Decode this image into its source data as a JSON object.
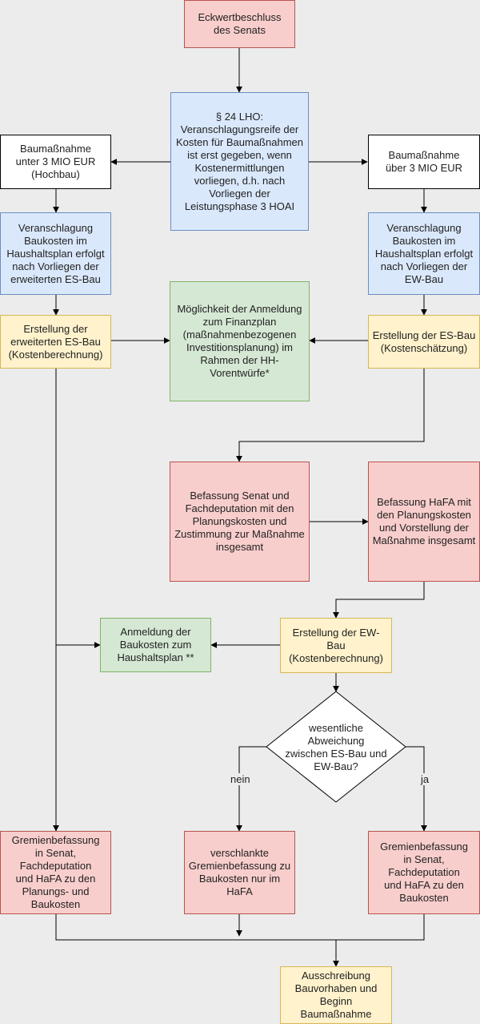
{
  "nodes": {
    "eckwert": "Eckwertbeschluss\ndes Senats",
    "lho": "§ 24 LHO:\nVeranschlagungsreife der Kosten für Baumaßnahmen ist erst gegeben, wenn Kostenermittlungen vorliegen, d.h. nach Vorliegen der Leistungsphase 3 HOAI",
    "unter3": "Baumaßnahme\nunter 3 MIO EUR\n(Hochbau)",
    "ueber3": "Baumaßnahme\nüber  3 MIO EUR",
    "veranschl_left": "Veranschlagung\nBaukosten im Haushaltsplan erfolgt\nnach Vorliegen der erweiterten ES-Bau",
    "veranschl_right": "Veranschlagung\nBaukosten im Haushaltsplan erfolgt\nnach Vorliegen der EW-Bau",
    "moeglichkeit": "Möglichkeit der Anmeldung\nzum Finanzplan (maßnahmenbezogenen Investitionsplanung) im Rahmen der HH-Vorentwürfe*",
    "erstellung_erw_es": "Erstellung der erweiterten ES-Bau (Kostenberechnung)",
    "erstellung_es": "Erstellung der ES-Bau\n(Kostenschätzung)",
    "befassung_senat": "Befassung Senat und Fachdeputation mit den Planungskosten und Zustimmung zur Maßnahme insgesamt",
    "befassung_hafa": "Befassung HaFA mit den Planungskosten und Vorstellung der Maßnahme insgesamt",
    "anmeldung_bau": "Anmeldung der Baukosten zum Haushaltsplan **",
    "erstellung_ew": "Erstellung der EW-Bau\n(Kostenberechnung)",
    "decision": "wesentliche\nAbweichung\nzwischen ES-Bau und EW-Bau?",
    "gremien_left": "Gremienbefassung\nin Senat, Fachdeputation\nund HaFA zu den Planungs- und Baukosten",
    "verschlankt": "verschlankte Gremienbefassung zu Baukosten nur im HaFA",
    "gremien_right": "Gremienbefassung\nin Senat, Fachdeputation\nund HaFA zu den Baukosten",
    "ausschreibung": "Ausschreibung Bauvorhaben und Beginn Baumaßnahme"
  },
  "edge_labels": {
    "nein": "nein",
    "ja": "ja"
  },
  "colors": {
    "red_fill": "#f8cecc",
    "blue_fill": "#dae8fc",
    "green_fill": "#d5e8d4",
    "yellow_fill": "#fff2cc",
    "line": "#000000",
    "background": "#ececec"
  }
}
